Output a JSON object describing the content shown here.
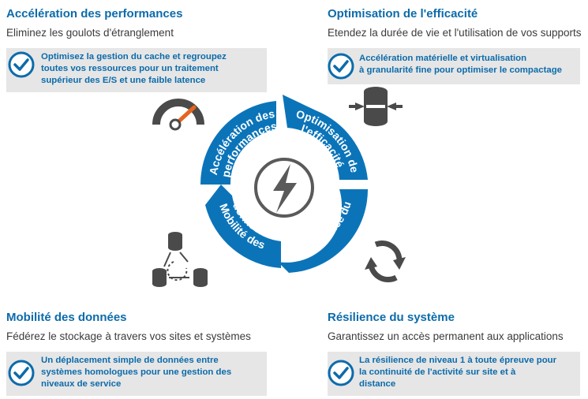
{
  "quadrants": {
    "top_left": {
      "title": "Accélération des performances",
      "subtitle": "Eliminez les goulots d'étranglement",
      "box_lines": [
        "Optimisez la gestion du cache et regroupez",
        "toutes vos ressources pour un traitement",
        "supérieur des E/S et une faible latence"
      ]
    },
    "top_right": {
      "title": "Optimisation de l'efficacité",
      "subtitle": "Etendez la durée de vie et l'utilisation de vos supports",
      "box_lines": [
        "Accélération matérielle et virtualisation",
        "à granularité fine pour optimiser le compactage"
      ]
    },
    "bottom_left": {
      "title": "Mobilité des données",
      "subtitle": "Fédérez le stockage à travers vos sites et systèmes",
      "box_lines": [
        "Un déplacement simple de données entre",
        "systèmes homologues pour une gestion des",
        "niveaux de service"
      ]
    },
    "bottom_right": {
      "title": "Résilience du système",
      "subtitle": "Garantissez un accès permanent aux applications",
      "box_lines": [
        "La résilience de niveau 1 à toute épreuve pour",
        "la continuité de l'activité sur site et à",
        "distance"
      ]
    }
  },
  "ring": {
    "segments": [
      {
        "line1": "Accélération des",
        "line2": "performances"
      },
      {
        "line1": "Optimisation de",
        "line2": "l'efficacité"
      },
      {
        "line1": "Résilience du",
        "line2": "système"
      },
      {
        "line1": "Mobilité des",
        "line2": "données"
      }
    ]
  },
  "icons": {
    "center": "lightning-icon",
    "performance": "speedometer-icon",
    "efficiency": "compress-disk-icon",
    "resilience": "refresh-cycle-icon",
    "mobility": "database-network-icon"
  },
  "colors": {
    "accent": "#0c6bab",
    "ring": "#0b74b9",
    "gauge_needle": "#e5641e",
    "box_bg": "#e6e6e6",
    "icon_gray": "#4a4a4a"
  }
}
